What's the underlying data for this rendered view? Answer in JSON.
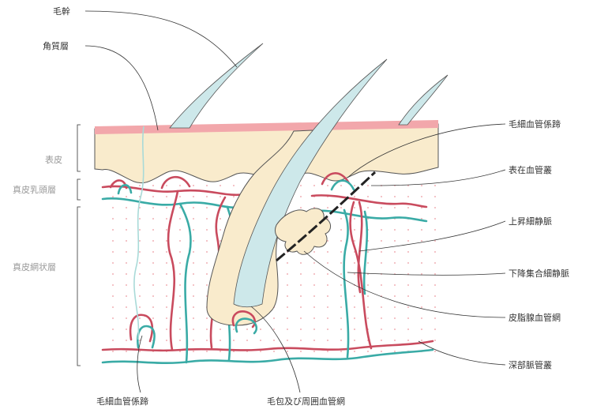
{
  "labels": {
    "hair_shaft": "毛幹",
    "stratum_corneum": "角質層",
    "capillary_loop_top": "毛細血管係蹄",
    "superficial_plexus": "表在血管叢",
    "ascending_venule": "上昇細静脈",
    "descending_collecting_venule": "下降集合細静脈",
    "sebaceous_plexus": "皮脂腺血管網",
    "deep_plexus": "深部脈管叢",
    "capillary_loop_bottom": "毛細血管係蹄",
    "follicle_plexus": "毛包及び周囲血管網"
  },
  "layers": {
    "epidermis": "表皮",
    "papillary_dermis": "真皮乳頭層",
    "reticular_dermis": "真皮網状層"
  },
  "colors": {
    "artery": "#c94b5e",
    "vein": "#3aaba6",
    "skin": "#f9ebcc",
    "corneum": "#f2a7ab",
    "hair": "#cde8ea",
    "dots": "#f0b0b5"
  }
}
